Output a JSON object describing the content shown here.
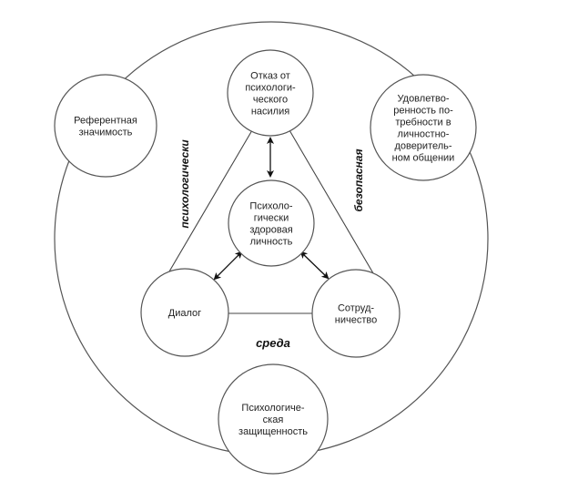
{
  "diagram": {
    "outer_labels": {
      "left": "психологически",
      "right": "безопасная",
      "bottom": "среда"
    },
    "nodes": {
      "top": [
        "Отказ от",
        "психологи-",
        "ческого",
        "насилия"
      ],
      "left": [
        "Референтная",
        "значимость"
      ],
      "right": [
        "Удовлетво-",
        "ренность по-",
        "требности в",
        "личностно-",
        "доверитель-",
        "ном общении"
      ],
      "center": [
        "Психоло-",
        "гически",
        "здоровая",
        "личность"
      ],
      "dialog": [
        "Диалог"
      ],
      "cooperation": [
        "Сотруд-",
        "ничество"
      ],
      "bottom": [
        "Психологиче-",
        "ская",
        "защищенность"
      ]
    },
    "colors": {
      "stroke": "#555555",
      "text": "#222222"
    }
  }
}
